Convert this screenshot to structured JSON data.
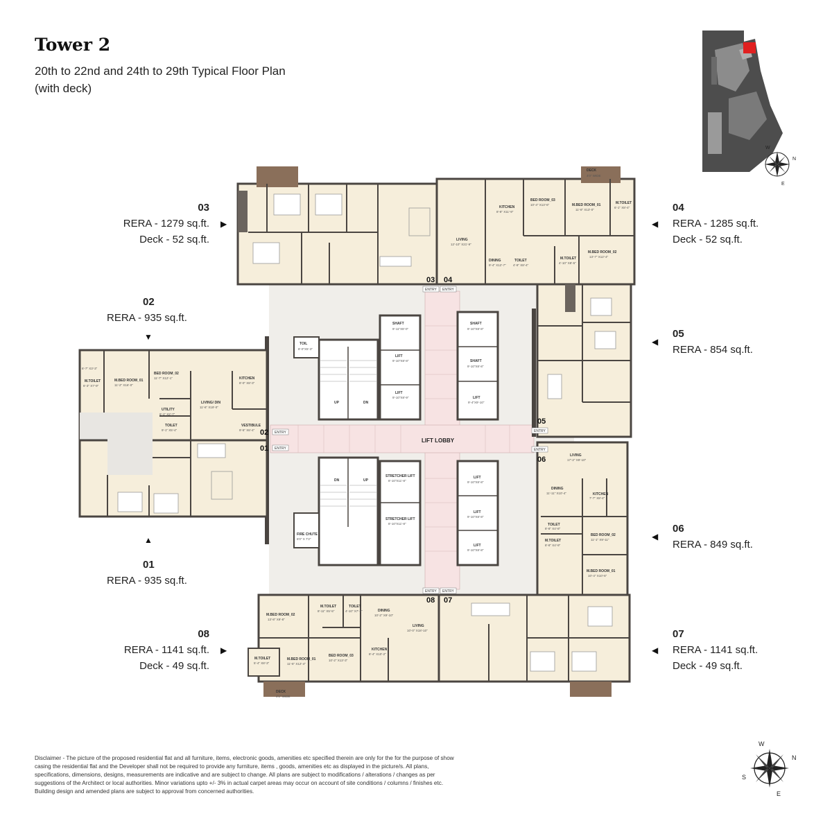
{
  "header": {
    "title": "Tower 2",
    "subtitle_line1": "20th to 22nd and 24th to 29th Typical Floor Plan",
    "subtitle_line2": "(with deck)"
  },
  "units": {
    "u01": {
      "num": "01",
      "rera": "RERA - 935 sq.ft."
    },
    "u02": {
      "num": "02",
      "rera": "RERA - 935 sq.ft."
    },
    "u03": {
      "num": "03",
      "rera": "RERA - 1279 sq.ft.",
      "deck": "Deck - 52 sq.ft."
    },
    "u04": {
      "num": "04",
      "rera": "RERA - 1285 sq.ft.",
      "deck": "Deck - 52 sq.ft."
    },
    "u05": {
      "num": "05",
      "rera": "RERA - 854 sq.ft."
    },
    "u06": {
      "num": "06",
      "rera": "RERA - 849 sq.ft."
    },
    "u07": {
      "num": "07",
      "rera": "RERA - 1141 sq.ft.",
      "deck": "Deck - 49 sq.ft."
    },
    "u08": {
      "num": "08",
      "rera": "RERA - 1141 sq.ft.",
      "deck": "Deck - 49 sq.ft."
    }
  },
  "plan": {
    "lift_lobby": "LIFT LOBBY",
    "entry": "ENTRY",
    "deck_top": "DECK",
    "deck_top_size": "4'0\" WIDE",
    "deck_bottom": "DECK",
    "deck_bottom_size": "4'1\" WIDE",
    "core": {
      "shaft1": "SHAFT",
      "shaft1_size": "9'-11\"X8'-0\"",
      "shaft2": "SHAFT",
      "shaft2_size": "9'-10\"X8'-8\"",
      "shaft3": "SHAFT",
      "shaft3_size": "9'-10\"X8'-8\"",
      "lift1": "LIFT",
      "lift1_size": "9'-10\"X8'-8\"",
      "lift2": "LIFT",
      "lift2_size": "9'-10\"X8'-9\"",
      "lift3": "LIFT",
      "lift3_size": "9'-4\"X9'-10\"",
      "toil": "TOIL",
      "toil_size": "8'-0\"X5'-3\"",
      "up": "UP",
      "dn": "DN",
      "stretcher1": "STRETCHER LIFT",
      "stretcher1_size": "8'-10\"X11'-8\"",
      "stretcher2": "STRETCHER LIFT",
      "stretcher2_size": "8'-10\"X11'-8\"",
      "lift4": "LIFT",
      "lift4_size": "9'-10\"X8'-8\"",
      "lift5": "LIFT",
      "lift5_size": "9'-10\"X8'-8\"",
      "lift6": "LIFT",
      "lift6_size": "9'-10\"X8'-8\"",
      "fire": "FIRE CHUTE",
      "fire_size": "6'0\" X 7'2\""
    },
    "rooms02": {
      "mtoilet": "M.TOILET",
      "mtoilet_size": "6'-3\" X7'-9\"",
      "mbed": "M.BED ROOM_01",
      "mbed_size": "11'-2\" X16'-0\"",
      "bed2": "BED ROOM_02",
      "bed2_size": "11'-7\" X12'-1\"",
      "living": "LIVING/ DIN",
      "living_size": "11'-6\" X19'-0\"",
      "kitchen": "KITCHEN",
      "kitchen_size": "8'-0\" X8'-3\"",
      "utility": "UTILITY",
      "utility_size": "6'-1\" X2'-7\"",
      "toilet": "TOILET",
      "toilet_size": "9'-1\" X5'-4\"",
      "vestibule": "VESTIBULE",
      "vestibule_size": "9'-5\" X6'-4\""
    },
    "rooms04": {
      "kitchen": "KITCHEN",
      "kitchen_size": "8'-8\" X11'-9\"",
      "bed3": "BED ROOM_03",
      "bed3_size": "10'-4\" X13'-6\"",
      "mbed": "M.BED ROOM_01",
      "mbed_size": "11'-8\" X13'-0\"",
      "mtoilet": "M.TOILET",
      "mtoilet_size": "6'-1\" X8'-4\"",
      "living": "LIVING",
      "living_size": "12'-10\" X21'-9\"",
      "dining": "DINING",
      "dining_size": "9'-4\" X12'-7\"",
      "toilet": "TOILET",
      "toilet_size": "4'-9\" X8'-4\"",
      "mtoilet2": "M.TOILET",
      "mtoilet2_size": "4'-10\" X8'-5\"",
      "bed2": "M.BED ROOM_02",
      "bed2_size": "13'-7\" X12'-4\""
    },
    "rooms06": {
      "living": "LIVING",
      "living_size": "17'-2\" X9'-10\"",
      "dining": "DINING",
      "dining_size": "11'-11\" X10'-4\"",
      "kitchen": "KITCHEN",
      "kitchen_size": "7'-7\" X8'-4\"",
      "toilet": "TOILET",
      "toilet_size": "8'-8\" X4'-8\"",
      "mtoilet": "M.TOILET",
      "mtoilet_size": "8'-8\" X4'-9\"",
      "bed2": "BED ROOM_02",
      "bed2_size": "11'-1\" X9'-11\"",
      "mbed": "M.BED ROOM_01",
      "mbed_size": "10'-4\" X10'-6\""
    },
    "rooms08": {
      "mbed2": "M.BED ROOM_02",
      "mbed2_size": "13'-8\" X9'-8\"",
      "mtoilet": "M.TOILET",
      "mtoilet_size": "8'-11\" X5'-5\"",
      "toilet": "TOILET",
      "toilet_size": "4'-10\" X7'-2\"",
      "dining": "DINING",
      "dining_size": "10'-2\" X9'-10\"",
      "living": "LIVING",
      "living_size": "10'-0\" X18'-10\"",
      "mtoilet2": "M.TOILET",
      "mtoilet2_size": "5'-4\" X8'-3\"",
      "mbed1": "M.BED ROOM_01",
      "mbed1_size": "11'-6\" X12'-4\"",
      "bed3": "BED ROOM_03",
      "bed3_size": "10'-2\" X13'-3\"",
      "kitchen": "KITCHEN",
      "kitchen_size": "8'-4\" X10'-2\""
    }
  },
  "compass": {
    "n": "N",
    "s": "S",
    "e": "E",
    "w": "W"
  },
  "disclaimer": "Disclaimer - The picture of the proposed residential flat and all furniture, items, electronic goods, amenities etc specified therein are only for the for the purpose of show casing the residential flat and the Developer shall not be required to provide any furniture, items , goods, amenities etc as displayed in the picture/s. All plans, specifications, dimensions, designs, measurements are indicative and are subject to change. All plans are subject to modifications / alterations / changes as per suggestions of the Architect or local authorities. Minor variations upto +/- 3% in actual carpet areas may occur on account of site conditions / columns / finishes etc. Building design and amended plans are subject to approval from concerned authorities.",
  "colors": {
    "wall": "#5a5450",
    "room": "#f6eedb",
    "lobby": "#f3dede",
    "deck": "#8a6f5a",
    "core": "#ede9e2"
  }
}
